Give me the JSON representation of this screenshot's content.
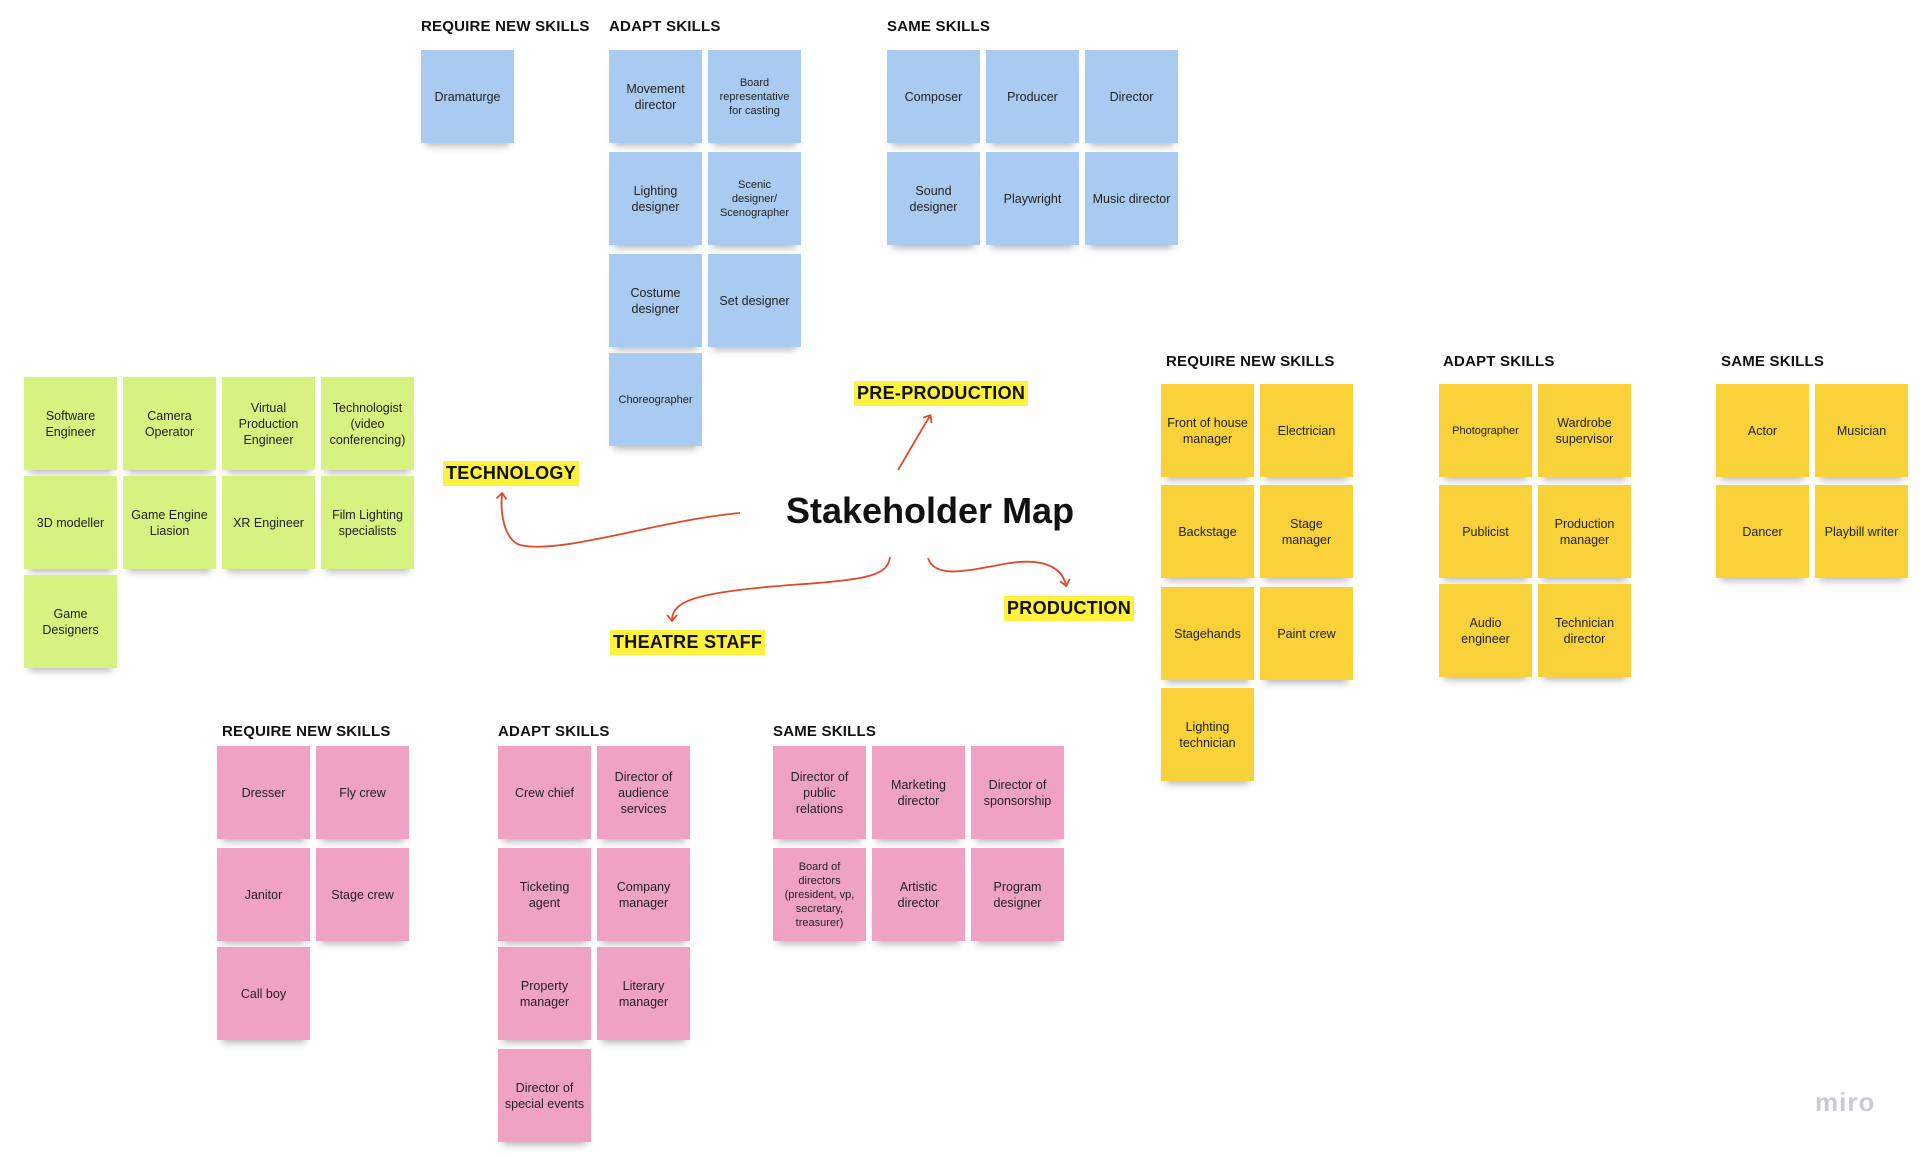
{
  "title": "Stakeholder Map",
  "categories": {
    "pre_production": "PRE-PRODUCTION",
    "technology": "TECHNOLOGY",
    "theatre_staff": "THEATRE STAFF",
    "production": "PRODUCTION"
  },
  "pre_production": {
    "require_label": "REQUIRE NEW SKILLS",
    "adapt_label": "ADAPT SKILLS",
    "same_label": "SAME SKILLS",
    "require": [
      "Dramaturge"
    ],
    "adapt": [
      "Movement director",
      "Board representative for casting",
      "Lighting designer",
      "Scenic designer/ Scenographer",
      "Costume designer",
      "Set designer",
      "Choreographer"
    ],
    "same": [
      "Composer",
      "Producer",
      "Director",
      "Sound designer",
      "Playwright",
      "Music director"
    ]
  },
  "technology": {
    "notes": [
      "Software Engineer",
      "Camera Operator",
      "Virtual Production Engineer",
      "Technologist (video conferencing)",
      "3D modeller",
      "Game Engine Liasion",
      "XR Engineer",
      "Film Lighting specialists",
      "Game Designers"
    ]
  },
  "production": {
    "require_label": "REQUIRE NEW SKILLS",
    "adapt_label": "ADAPT SKILLS",
    "same_label": "SAME SKILLS",
    "require": [
      "Front of house manager",
      "Electrician",
      "Backstage",
      "Stage manager",
      "Stagehands",
      "Paint crew",
      "Lighting technician"
    ],
    "adapt": [
      "Photographer",
      "Wardrobe supervisor",
      "Publicist",
      "Production manager",
      "Audio engineer",
      "Technician director"
    ],
    "same": [
      "Actor",
      "Musician",
      "Dancer",
      "Playbill writer"
    ]
  },
  "theatre_staff": {
    "require_label": "REQUIRE NEW SKILLS",
    "adapt_label": "ADAPT SKILLS",
    "same_label": "SAME SKILLS",
    "require": [
      "Dresser",
      "Fly crew",
      "Janitor",
      "Stage crew",
      "Call boy"
    ],
    "adapt": [
      "Crew chief",
      "Director of audience services",
      "Ticketing agent",
      "Company manager",
      "Property manager",
      "Literary manager",
      "Director of special events"
    ],
    "same": [
      "Director of public relations",
      "Marketing director",
      "Director of sponsorship",
      "Board of directors (president, vp, secretary, treasurer)",
      "Artistic director",
      "Program designer"
    ]
  },
  "watermark": "miro",
  "colors": {
    "blue": "#aacbf1",
    "green": "#d6f382",
    "yellow": "#f9d239",
    "pink": "#f0a2c4",
    "highlight": "#fff23f",
    "arrow": "#e04a2a"
  }
}
